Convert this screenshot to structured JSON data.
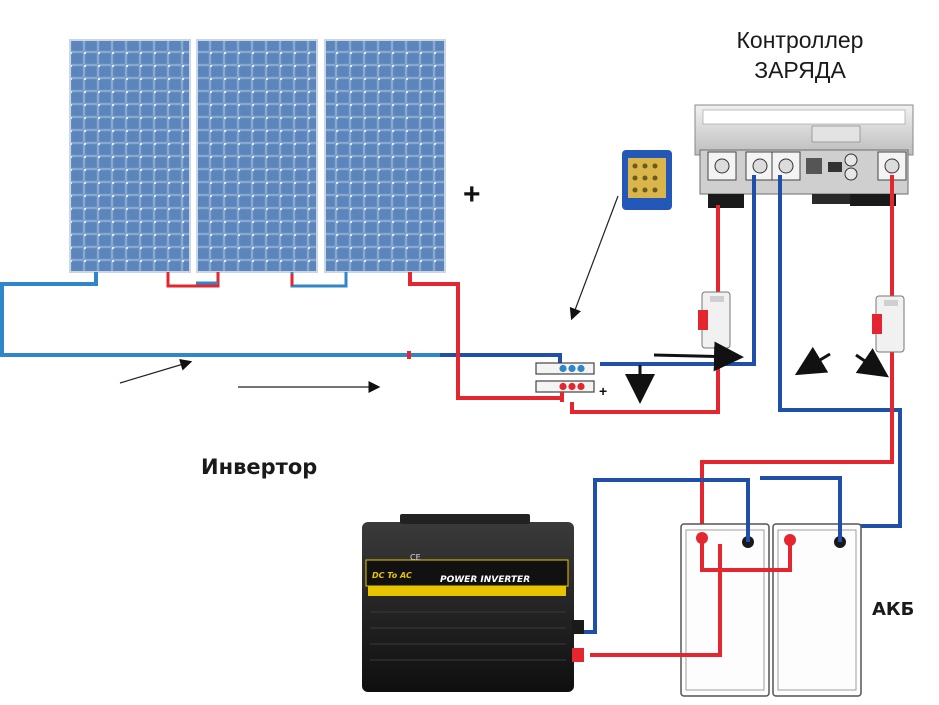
{
  "labels": {
    "controller_line1": "Контроллер",
    "controller_line2": "ЗАРЯДА",
    "inverter": "Инвертор",
    "battery": "АКБ",
    "plus_big": "+",
    "plus_small": "+"
  },
  "inverter_panel": {
    "line_left": "DC To AC",
    "line_brand": "POWER INVERTER",
    "mark": "CE"
  },
  "colors": {
    "positive_wire": "#e3262f",
    "negative_wire": "#1f4fa8",
    "light_negative_wire": "#2f86c8",
    "panel_fill": "#6a93c4",
    "inverter_body": "#1c1c1c",
    "inverter_accent": "#e8c300"
  },
  "icons": [
    "solar-panel",
    "charge-controller",
    "dc-breaker",
    "bus-bar",
    "power-inverter",
    "battery"
  ]
}
